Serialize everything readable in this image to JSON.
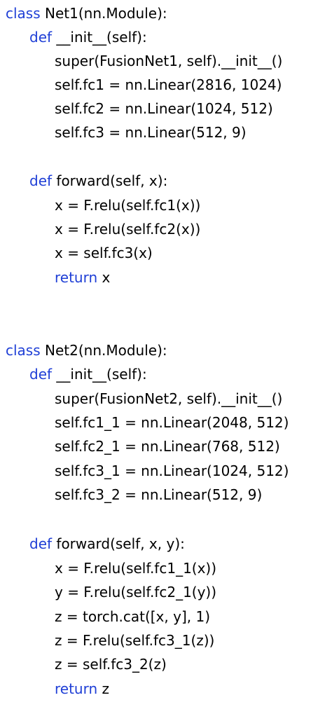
{
  "code_block": {
    "keyword_color": "#1f3fd6",
    "text_color": "#000000",
    "net1": {
      "class_kw": "class",
      "class_sig": "Net1(nn.Module):",
      "init_kw": "def",
      "init_sig": "__init__(self):",
      "super_call": "super(FusionNet1, self).__init__()",
      "fc1": "self.fc1 = nn.Linear(2816, 1024)",
      "fc2": "self.fc2 = nn.Linear(1024, 512)",
      "fc3": "self.fc3 = nn.Linear(512, 9)",
      "forward_kw": "def",
      "forward_sig": "forward(self, x):",
      "fw1": "x = F.relu(self.fc1(x))",
      "fw2": "x = F.relu(self.fc2(x))",
      "fw3": "x = self.fc3(x)",
      "return_kw": "return",
      "return_val": "x"
    },
    "net2": {
      "class_kw": "class",
      "class_sig": "Net2(nn.Module):",
      "init_kw": "def",
      "init_sig": "__init__(self):",
      "super_call": "super(FusionNet2, self).__init__()",
      "fc1_1": "self.fc1_1 = nn.Linear(2048, 512)",
      "fc2_1": "self.fc2_1 = nn.Linear(768, 512)",
      "fc3_1": "self.fc3_1 = nn.Linear(1024, 512)",
      "fc3_2": "self.fc3_2 = nn.Linear(512, 9)",
      "forward_kw": "def",
      "forward_sig": "forward(self, x, y):",
      "fw1": "x = F.relu(self.fc1_1(x))",
      "fw2": "y = F.relu(self.fc2_1(y))",
      "fw3": "z = torch.cat([x, y], 1)",
      "fw4": "z = F.relu(self.fc3_1(z))",
      "fw5": "z = self.fc3_2(z)",
      "return_kw": "return",
      "return_val": "z"
    }
  }
}
